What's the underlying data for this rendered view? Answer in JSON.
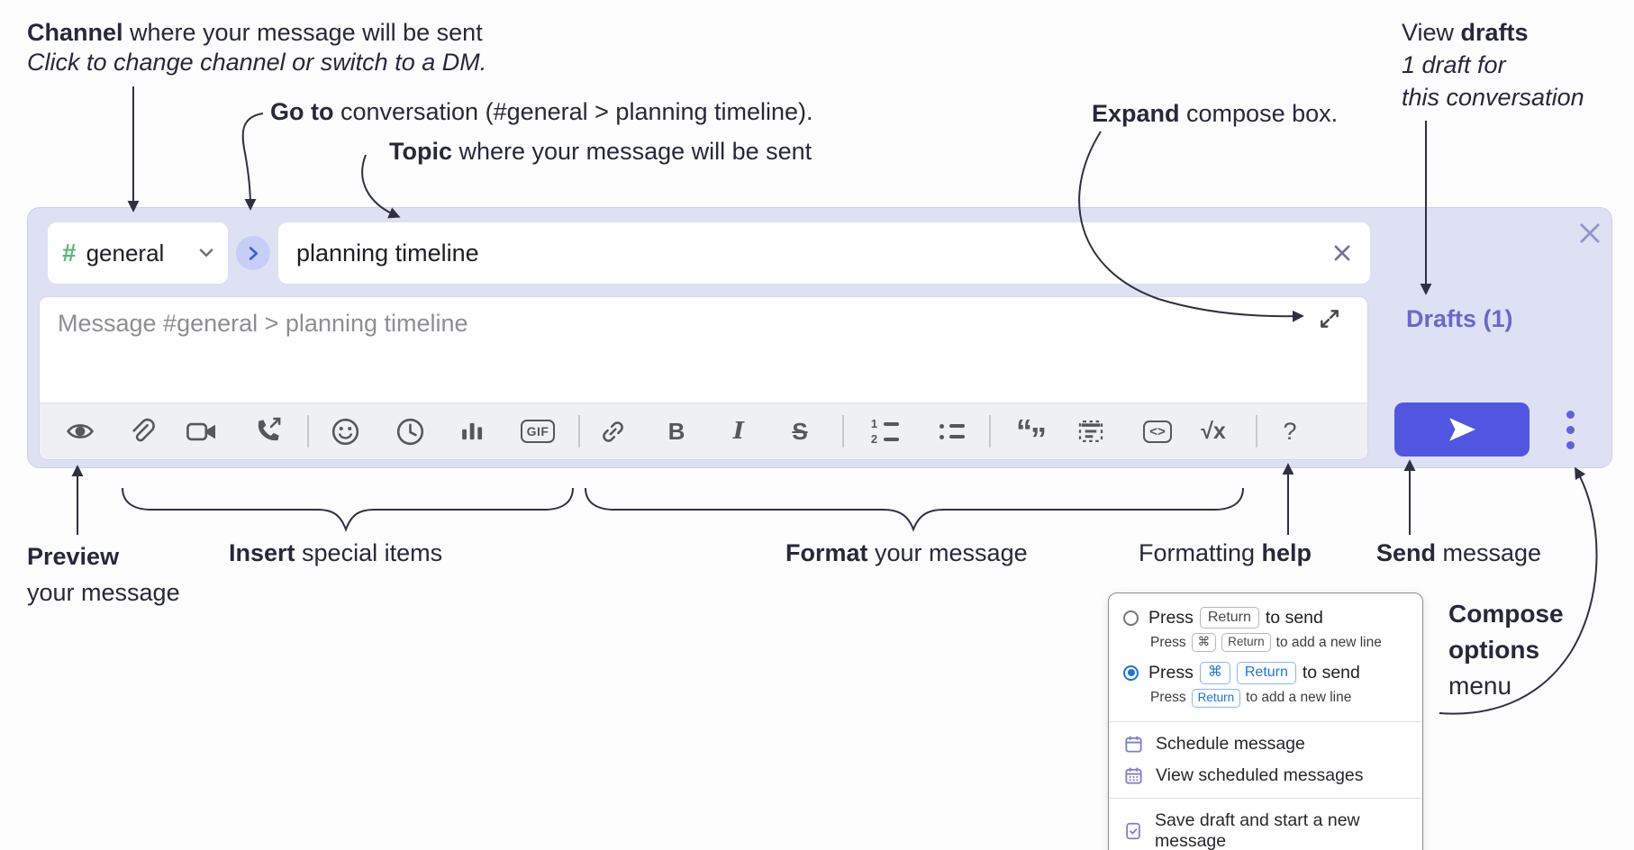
{
  "annotations": {
    "channel_note": {
      "bold": "Channel",
      "rest": " where your message will be sent",
      "italic": "Click to change channel or switch to a DM."
    },
    "goto_note": {
      "bold": "Go to",
      "rest": " conversation (#general > planning timeline)."
    },
    "topic_note": {
      "bold": "Topic",
      "rest": " where your message will be sent"
    },
    "expand_note": {
      "bold": "Expand",
      "rest": " compose box."
    },
    "view_drafts_note": {
      "pre": "View ",
      "bold": "drafts",
      "line2": "1 draft for",
      "line3": "this conversation"
    },
    "preview_note": {
      "bold": "Preview",
      "line2": "your message"
    },
    "insert_note": {
      "bold": "Insert",
      "rest": " special items"
    },
    "format_note": {
      "bold": "Format",
      "rest": " your message"
    },
    "help_note": {
      "pre": "Formatting ",
      "bold": "help"
    },
    "send_note": {
      "bold": "Send",
      "rest": " message"
    },
    "compose_options_note": {
      "line1": "Compose",
      "line2": "options",
      "line3": "menu"
    }
  },
  "composer": {
    "channel": {
      "hash": "#",
      "name": "general"
    },
    "topic_value": "planning timeline",
    "message_placeholder": "Message #general > planning timeline",
    "drafts_link": "Drafts (1)",
    "toolbar_labels": {
      "gif": "GIF",
      "bold": "B",
      "italic": "I",
      "strike": "S",
      "ol1": "1",
      "ol2": "2",
      "quote_open": "“",
      "quote_close": "”",
      "code": "<>",
      "math": "√x",
      "help": "?"
    }
  },
  "menu": {
    "option1": {
      "text1": "Press",
      "key1": "Return",
      "text2": "to send",
      "sub1": "Press",
      "subkey1": "⌘",
      "subkey2": "Return",
      "sub2": "to add a new line"
    },
    "option2": {
      "text1": "Press",
      "key1": "⌘",
      "key2": "Return",
      "text2": "to send",
      "sub1": "Press",
      "subkey1": "Return",
      "sub2": "to add a new line"
    },
    "items": [
      {
        "label": "Schedule message"
      },
      {
        "label": "View scheduled messages"
      },
      {
        "label": "Save draft and start a new message"
      }
    ]
  },
  "colors": {
    "send_button": "#5156e0",
    "drafts_link": "#6a68c9",
    "selected_radio": "#1a73e8",
    "hash_green": "#58b77c",
    "menu_icon_purple": "#7e7bd3",
    "compose_bg": "#dee1f3"
  }
}
